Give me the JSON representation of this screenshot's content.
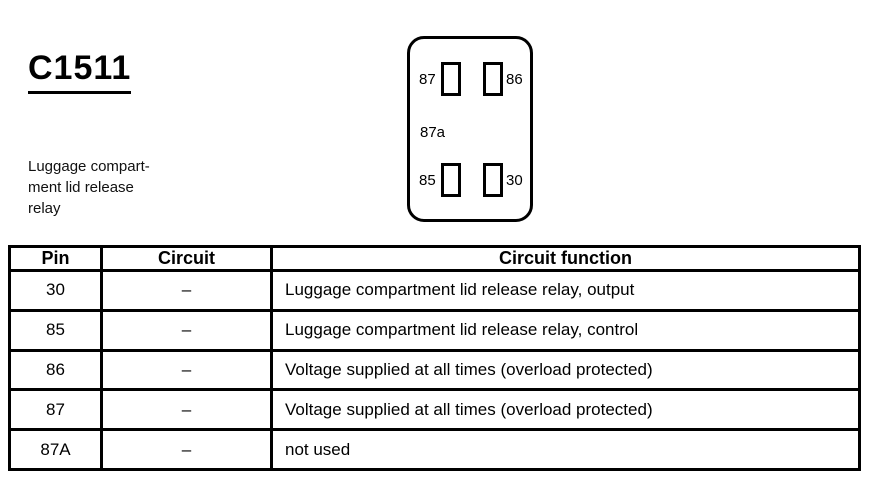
{
  "page": {
    "title": "C1511",
    "description_lines": [
      "Luggage compart-",
      "ment lid release",
      "relay"
    ]
  },
  "connector": {
    "labels": {
      "top_left": "87",
      "top_right": "86",
      "middle_left": "87a",
      "bottom_left": "85",
      "bottom_right": "30"
    }
  },
  "table": {
    "headers": [
      "Pin",
      "Circuit",
      "Circuit function"
    ],
    "rows": [
      {
        "pin": "30",
        "circuit": "–",
        "function": "Luggage compartment lid release relay, output"
      },
      {
        "pin": "85",
        "circuit": "–",
        "function": "Luggage compartment lid release relay, control"
      },
      {
        "pin": "86",
        "circuit": "–",
        "function": "Voltage supplied at all times (overload protected)"
      },
      {
        "pin": "87",
        "circuit": "–",
        "function": "Voltage supplied at all times (overload protected)"
      },
      {
        "pin": "87A",
        "circuit": "–",
        "function": "not used"
      }
    ]
  },
  "colors": {
    "ink": "#000000",
    "paper": "#ffffff"
  }
}
